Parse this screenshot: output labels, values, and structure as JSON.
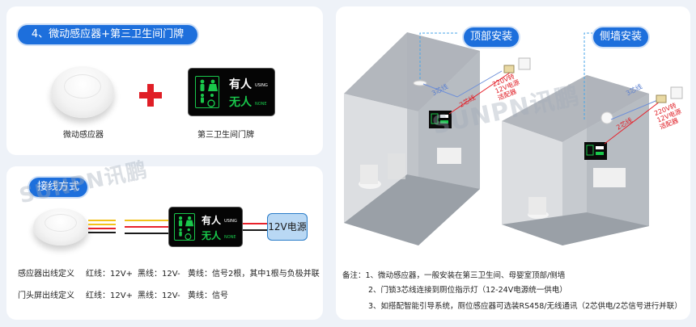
{
  "top_panel": {
    "title": "4、微动感应器+第三卫生间门牌",
    "sensor_caption": "微动感应器",
    "doorplate_caption": "第三卫生间门牌"
  },
  "doorplate": {
    "occupied_text": "有人",
    "occupied_en": "USING",
    "vacant_text": "无人",
    "vacant_en": "NONE"
  },
  "wiring_panel": {
    "title": "接线方式",
    "power_label": "12V电源",
    "rows": [
      {
        "label": "感应器出线定义",
        "red": "红线：12V+",
        "black": "黑线：12V-",
        "yellow": "黄线：信号2根，其中1根与负极并联"
      },
      {
        "label": "门头屏出线定义",
        "red": "红线：12V+",
        "black": "黑线：12V-",
        "yellow": "黄线：信号"
      }
    ]
  },
  "install_panel": {
    "top_install": "顶部安装",
    "side_install": "侧墙安装",
    "cable_3": "3芯线",
    "cable_2": "2芯线",
    "power_note": [
      "220V转",
      "12V电源",
      "适配器"
    ],
    "notes": [
      "备注：1、微动感应器，一般安装在第三卫生间、母婴室顶部/侧墙",
      "2、门锁3芯线连接到厕位指示灯（12-24V电源统一供电）",
      "3、如搭配智能引导系统，厕位感应器可选装RS458/无线通讯（2芯供电/2芯信号进行并联）"
    ]
  },
  "watermark": "SUNPN讯鹏",
  "colors": {
    "accent": "#1d6fdc",
    "red": "#e01e26",
    "plate_green": "#19c84b",
    "wire_red": "#e8212b",
    "wire_yellow": "#f2c21a",
    "wire_black": "#1a1a1a"
  }
}
